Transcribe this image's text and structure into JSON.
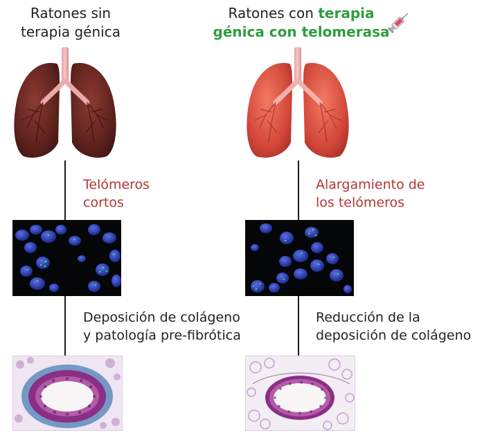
{
  "left": {
    "title_line1": "Ratones sin",
    "title_line2": "terapia génica",
    "step1": [
      "Telómeros",
      "cortos"
    ],
    "step2": [
      "Deposición de colágeno",
      "y patología pre-fibrótica"
    ]
  },
  "right": {
    "title_prefix": "Ratones con",
    "title_green1": "terapia",
    "title_green2": "génica con telomerasa",
    "step1": [
      "Alargamiento de",
      "los telómeros"
    ],
    "step2": [
      "Reducción de la",
      "deposición de colágeno"
    ]
  },
  "colors": {
    "accent_green": "#2e9e3e",
    "accent_red": "#b33535",
    "lung_untreated": "#6e2a24",
    "lung_treated": "#d64b3c"
  },
  "icons": {
    "syringe": "syringe-icon",
    "lung": "lungs-icon"
  }
}
